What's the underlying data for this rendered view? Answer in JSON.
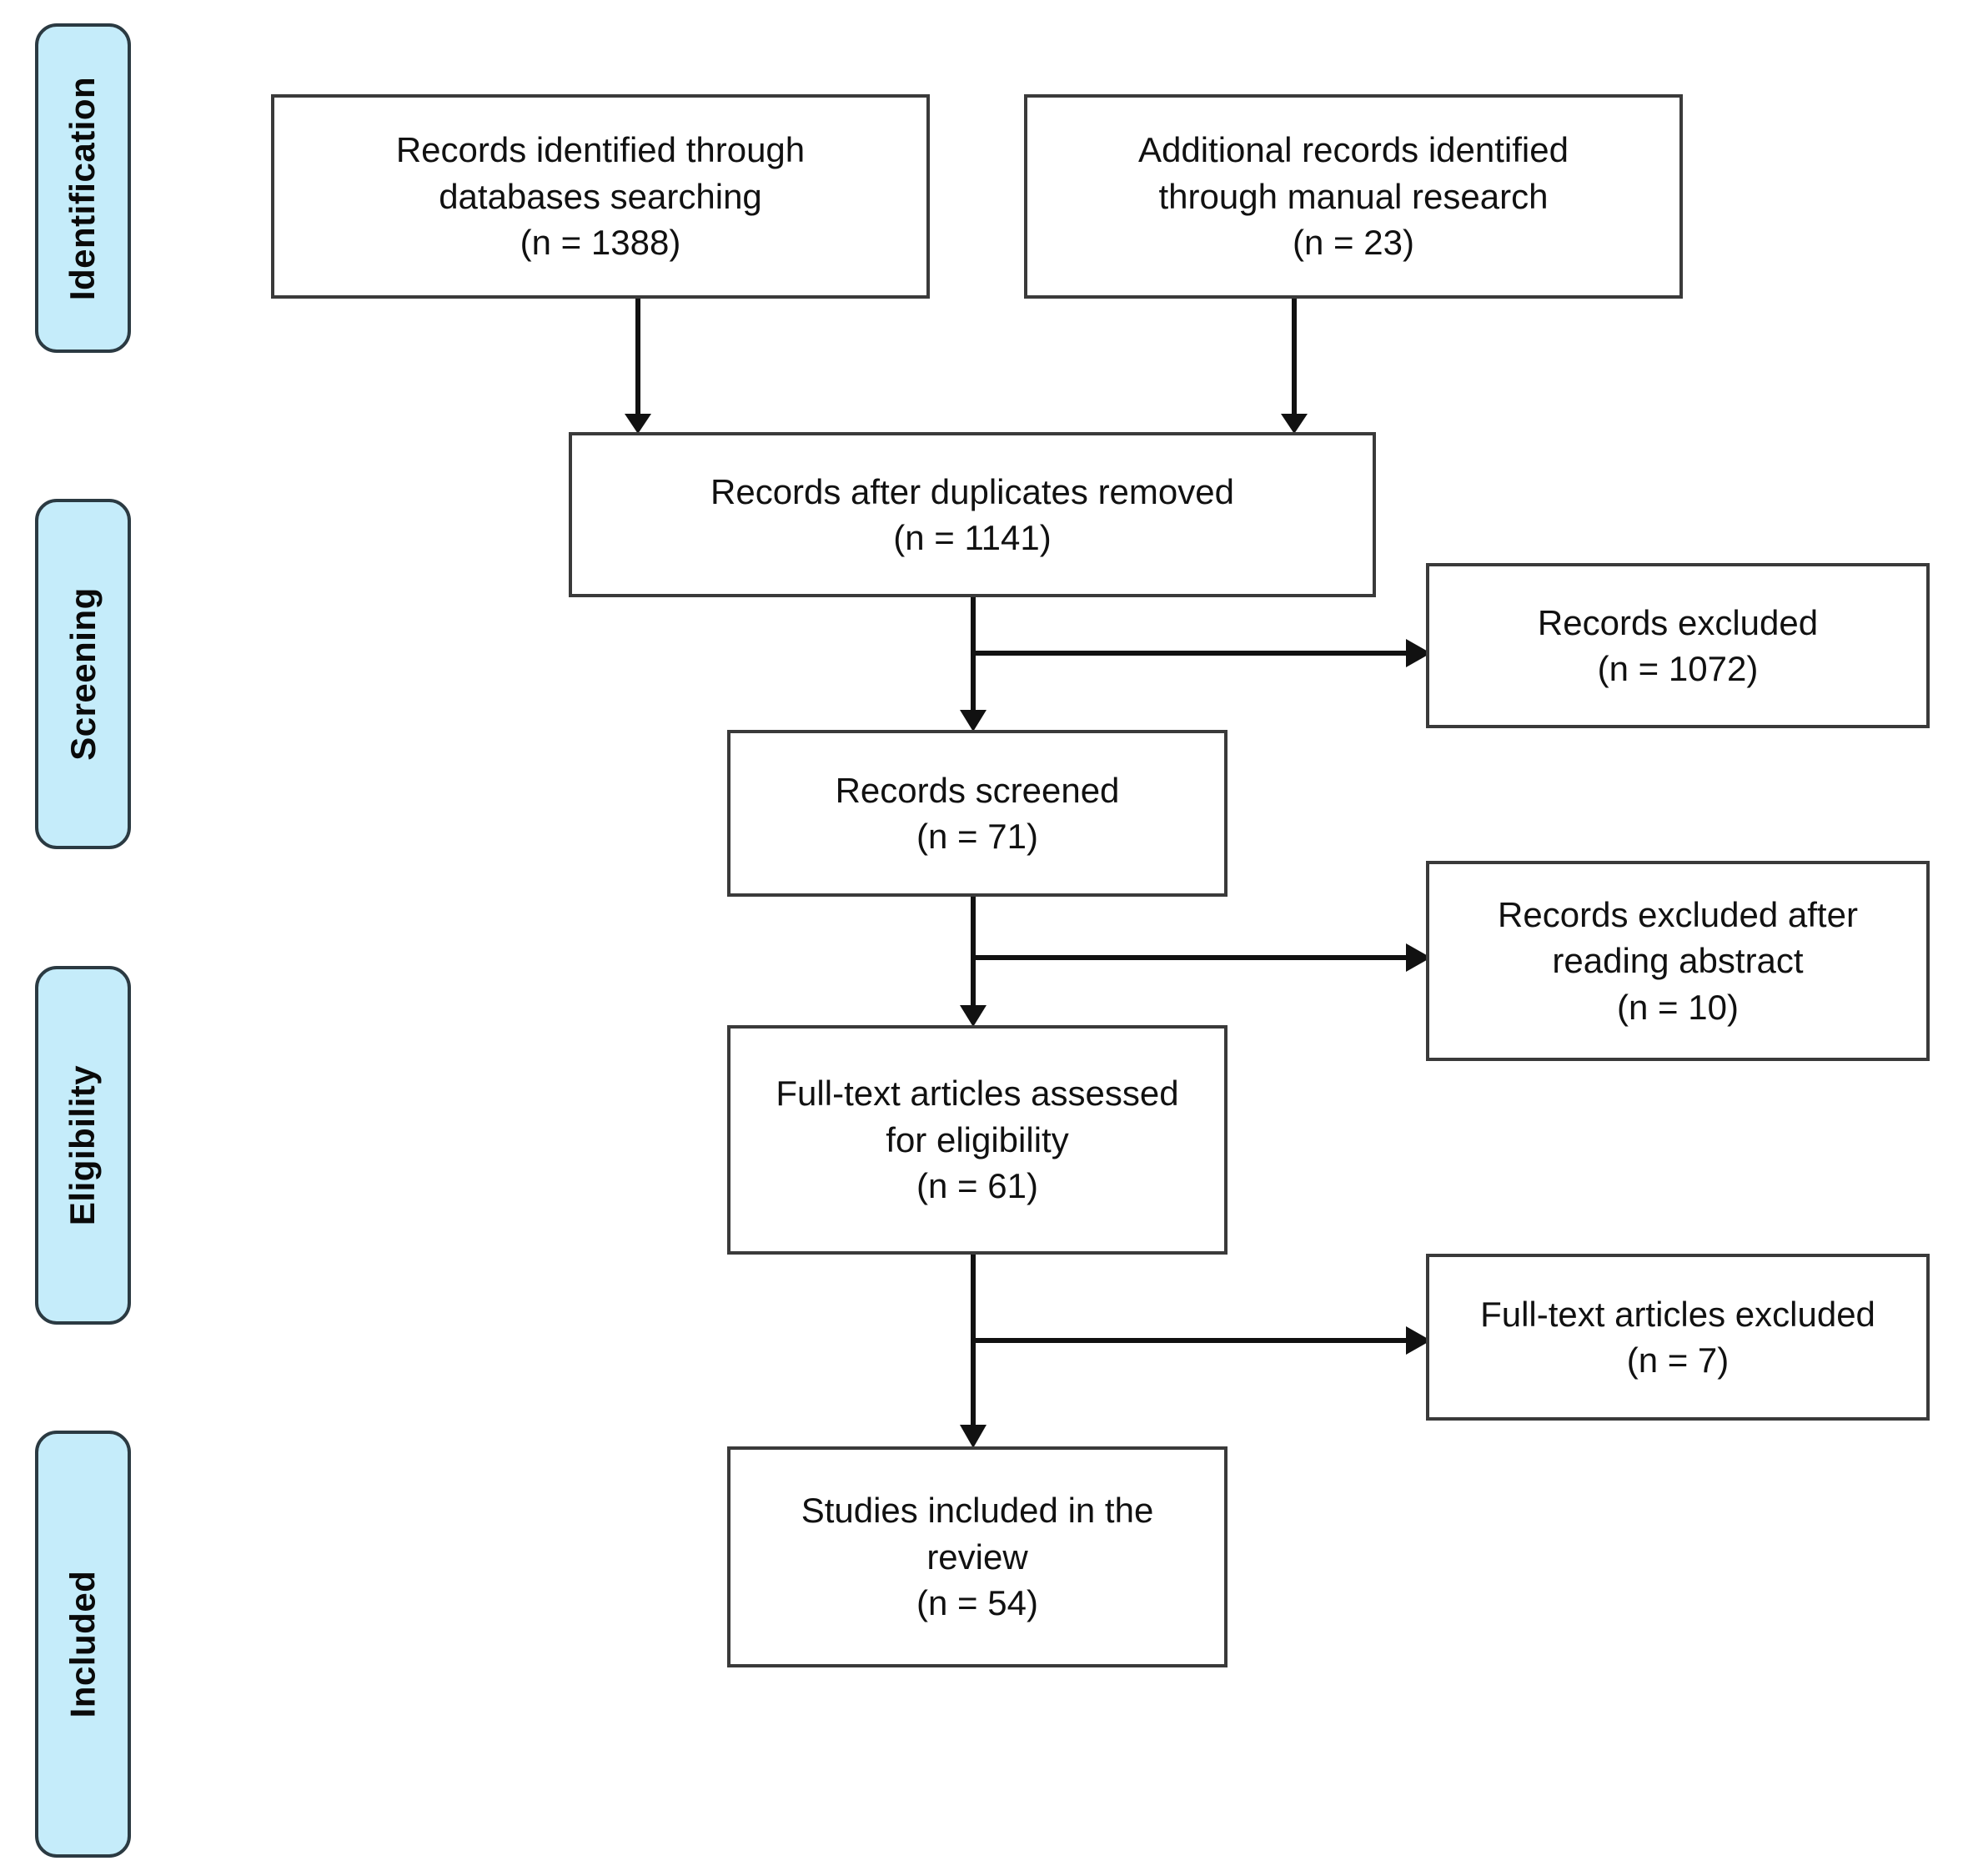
{
  "figure": {
    "kind": "prisma-flow-diagram",
    "colors": {
      "stage_fill": "#c5ecfa",
      "stage_border": "#2b3a42",
      "box_border": "#3a3a3a",
      "box_fill": "#ffffff",
      "text": "#111111",
      "connector": "#111111",
      "background": "#ffffff"
    }
  },
  "stages": [
    {
      "id": "identification",
      "label": "Identification"
    },
    {
      "id": "screening",
      "label": "Screening"
    },
    {
      "id": "eligibility",
      "label": "Eligibility"
    },
    {
      "id": "included",
      "label": "Included"
    }
  ],
  "boxes": {
    "databases": {
      "line1": "Records identified through",
      "line2": "databases searching",
      "count": "(n = 1388)",
      "n": 1388,
      "text": "Records identified through\ndatabases searching\n(n = 1388)"
    },
    "manual": {
      "line1": "Additional records identified",
      "line2": "through manual research",
      "count": "(n = 23)",
      "n": 23,
      "text": "Additional records identified\nthrough manual research\n(n = 23)"
    },
    "duplicates_removed": {
      "line1": "Records after duplicates removed",
      "count": "(n = 1141)",
      "n": 1141,
      "text": "Records after duplicates removed\n(n = 1141)"
    },
    "records_excluded": {
      "line1": "Records excluded",
      "count": "(n = 1072)",
      "n": 1072,
      "text": "Records excluded\n(n = 1072)"
    },
    "records_screened": {
      "line1": "Records screened",
      "count": "(n = 71)",
      "n": 71,
      "text": "Records screened\n(n = 71)"
    },
    "excluded_abstract": {
      "line1": "Records excluded after",
      "line2": "reading abstract",
      "count": "(n = 10)",
      "n": 10,
      "text": "Records excluded after\nreading abstract\n(n = 10)"
    },
    "fulltext_assessed": {
      "line1": "Full-text articles assessed",
      "line2": "for eligibility",
      "count": "(n = 61)",
      "n": 61,
      "text": "Full-text articles assessed\nfor eligibility\n(n = 61)"
    },
    "fulltext_excluded": {
      "line1": "Full-text articles excluded",
      "count": "(n = 7)",
      "n": 7,
      "text": "Full-text articles excluded\n(n = 7)"
    },
    "studies_included": {
      "line1": "Studies included in the",
      "line2": "review",
      "count": "(n = 54)",
      "n": 54,
      "text": "Studies included in the\nreview\n(n = 54)"
    }
  },
  "flow": {
    "edges": [
      {
        "from": "databases",
        "to": "duplicates_removed",
        "direction": "down"
      },
      {
        "from": "manual",
        "to": "duplicates_removed",
        "direction": "down"
      },
      {
        "from": "duplicates_removed",
        "to": "records_screened",
        "direction": "down"
      },
      {
        "from": "duplicates_removed",
        "to": "records_excluded",
        "direction": "right"
      },
      {
        "from": "records_screened",
        "to": "fulltext_assessed",
        "direction": "down"
      },
      {
        "from": "records_screened",
        "to": "excluded_abstract",
        "direction": "right"
      },
      {
        "from": "fulltext_assessed",
        "to": "studies_included",
        "direction": "down"
      },
      {
        "from": "fulltext_assessed",
        "to": "fulltext_excluded",
        "direction": "right"
      }
    ]
  }
}
